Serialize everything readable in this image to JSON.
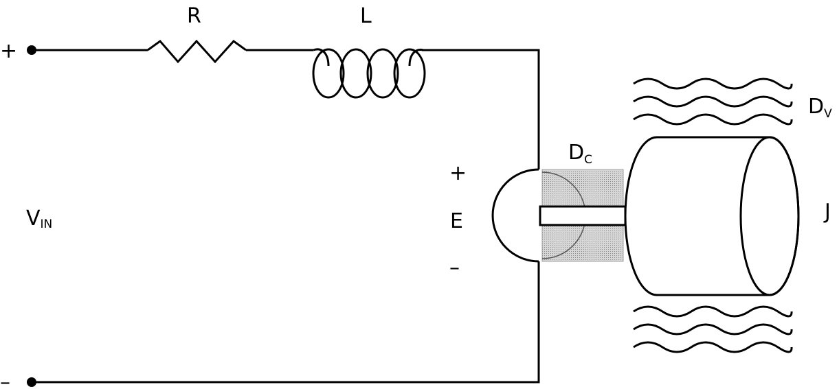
{
  "labels": {
    "resistor": "R",
    "inductor": "L",
    "input_main": "V",
    "input_sub": "IN",
    "emf": "E",
    "coulomb_damping_main": "D",
    "coulomb_damping_sub": "C",
    "viscous_damping_main": "D",
    "viscous_damping_sub": "V",
    "inertia": "J"
  },
  "signs": {
    "input_plus": "+",
    "input_minus": "–",
    "emf_plus": "+",
    "emf_minus": "–"
  },
  "colors": {
    "line": "#000000",
    "friction_fill": "#bfbfbf"
  }
}
